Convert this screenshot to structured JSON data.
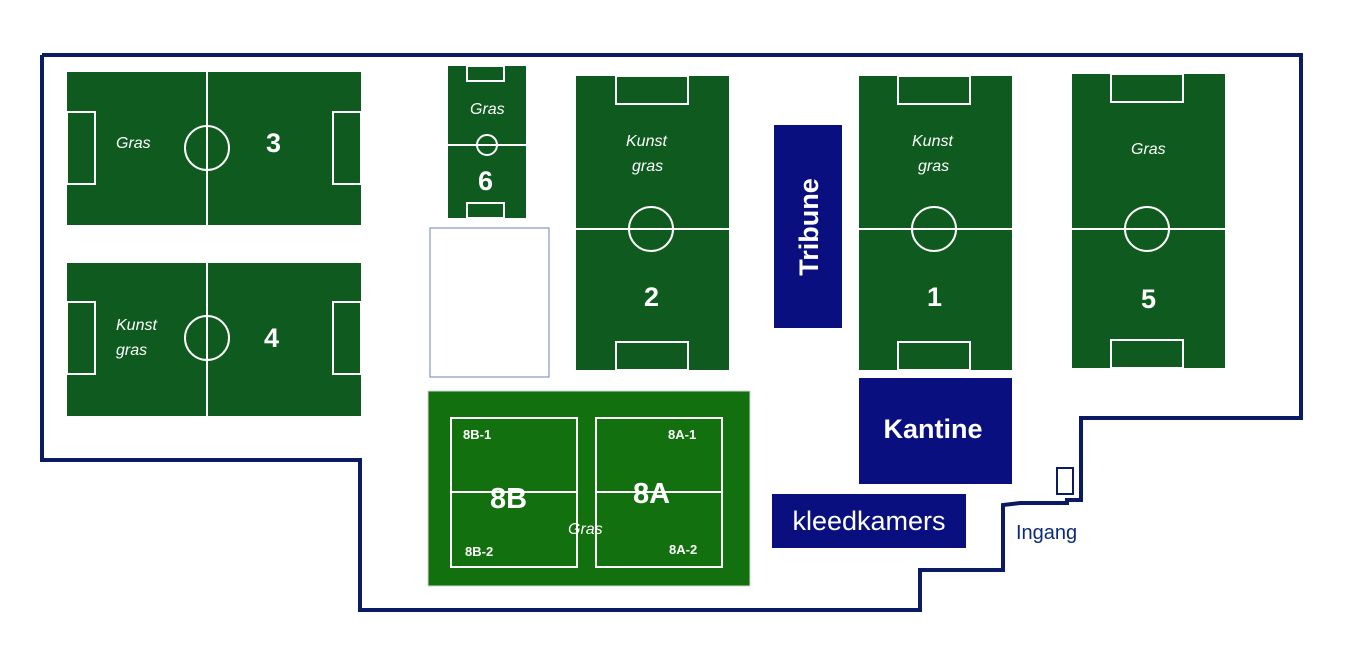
{
  "colors": {
    "boundary": "#0a1a63",
    "pitch": "#0f5b1f",
    "pitch_small": "#13700f",
    "building": "#0a0f80",
    "line": "#ffffff",
    "ingang_text": "#0a2a7a"
  },
  "fields": {
    "field3": {
      "surface": "Gras",
      "number": "3"
    },
    "field4": {
      "surface_line1": "Kunst",
      "surface_line2": "gras",
      "number": "4"
    },
    "field6": {
      "surface": "Gras",
      "number": "6"
    },
    "field2": {
      "surface_line1": "Kunst",
      "surface_line2": "gras",
      "number": "2"
    },
    "field1": {
      "surface_line1": "Kunst",
      "surface_line2": "gras",
      "number": "1"
    },
    "field5": {
      "surface": "Gras",
      "number": "5"
    },
    "field8": {
      "surface": "Gras",
      "label_b": "8B",
      "label_a": "8A",
      "sub_b1": "8B-1",
      "sub_b2": "8B-2",
      "sub_a1": "8A-1",
      "sub_a2": "8A-2"
    }
  },
  "buildings": {
    "tribune": "Tribune",
    "kantine": "Kantine",
    "kleedkamers": "kleedkamers"
  },
  "entrance": {
    "label": "Ingang"
  }
}
